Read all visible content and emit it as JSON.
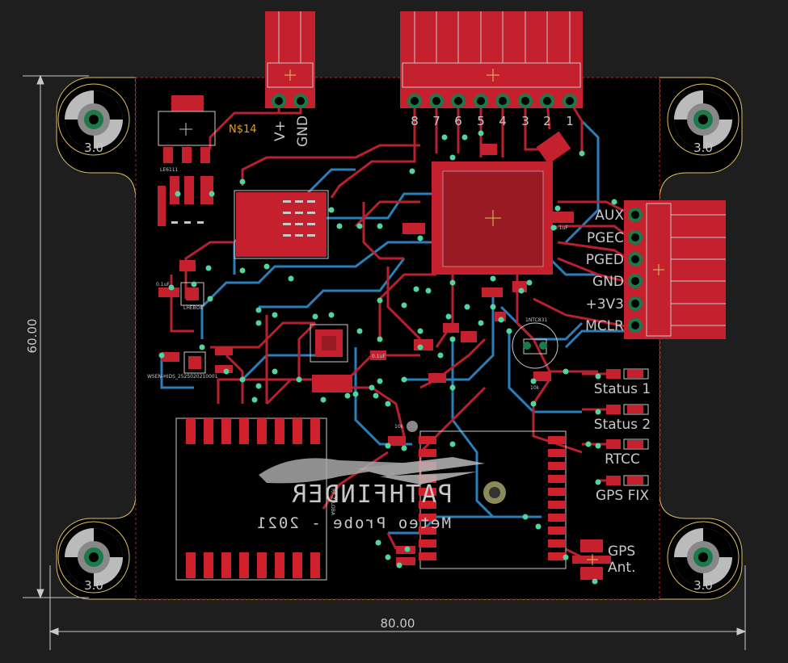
{
  "board": {
    "colors": {
      "background": "#1e1e1e",
      "board": "#000000",
      "top_copper": "#c4202e",
      "bottom_copper": "#2a7fb8",
      "via": "#4fd6a0",
      "silk": "#c8c8c8",
      "outline": "#e0c060"
    },
    "dimensions": {
      "width_label": "80.00",
      "height_label": "60.00"
    },
    "mount_holes": [
      "3.0",
      "3.0",
      "3.0",
      "3.0"
    ],
    "net_label": "N$14",
    "left_connector": {
      "labels": [
        "V+",
        "GND"
      ]
    },
    "top_connector": {
      "pins": [
        "8",
        "7",
        "6",
        "5",
        "4",
        "3",
        "2",
        "1"
      ]
    },
    "right_connector": {
      "labels": [
        "AUX",
        "PGEC",
        "PGED",
        "GND",
        "+3V3",
        "MCLR"
      ]
    },
    "leds": [
      "Status 1",
      "Status 2",
      "RTCC",
      "GPS FIX"
    ],
    "antenna_label": [
      "GPS",
      "Ant."
    ],
    "logo": {
      "title": "PATHFINDER",
      "subtitle": "Meteo Probe - 2021"
    },
    "small_labels": {
      "regulator": "LE6111",
      "sensor1": "WSEN-HIDS_2525020210001",
      "sensor2": "LHEBO8",
      "cap1": "0.1uF",
      "cap2": "0.1uF",
      "cap3": "0.1uF",
      "res1": "10k",
      "res2": "10k",
      "thermistor": "1NTC831",
      "radio": "RF-Z_LOBA"
    }
  }
}
